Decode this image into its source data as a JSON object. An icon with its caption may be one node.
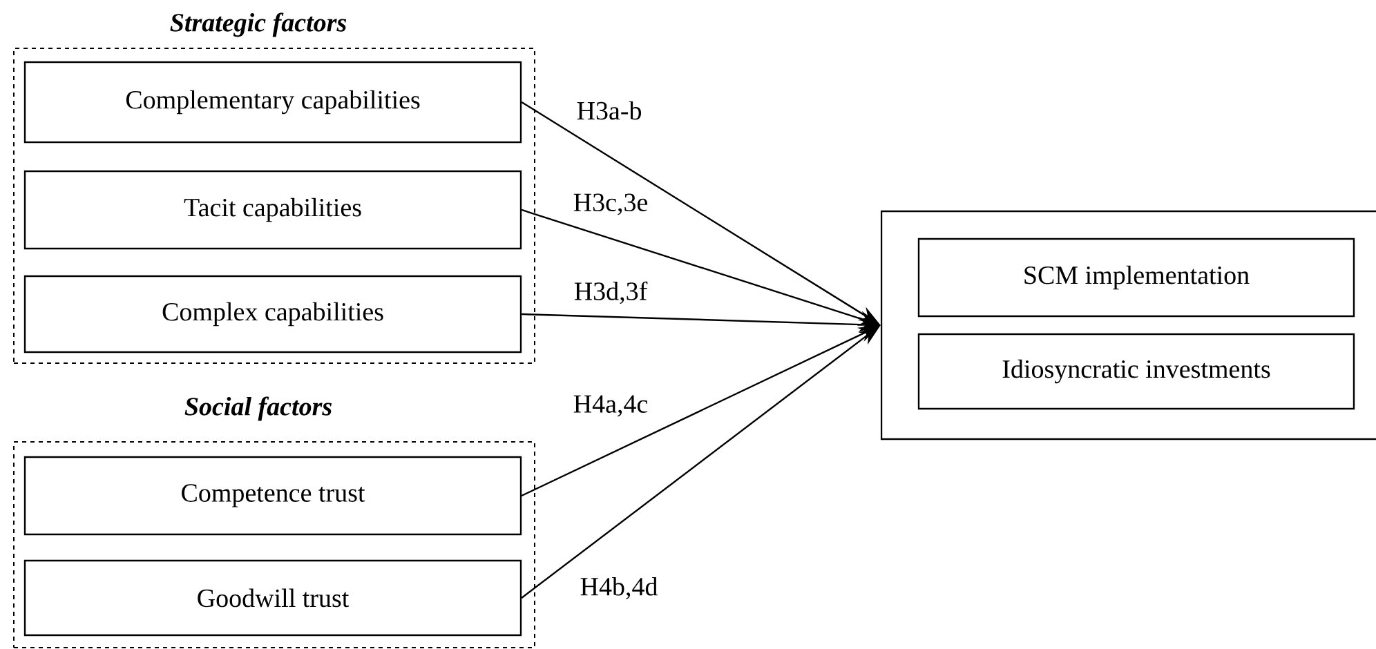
{
  "diagram": {
    "nodes": [
      {
        "text": [
          "Strategic factors"
        ]
      },
      {
        "text": [
          "Complementary capabilities"
        ],
        "in": 0
      },
      {
        "text": [
          "Tacit capabilities"
        ],
        "in": 0
      },
      {
        "text": [
          "Complex capabilities"
        ],
        "in": 0
      },
      {
        "text": [
          "Social factors"
        ]
      },
      {
        "text": [
          "Competence trust"
        ],
        "in": 4
      },
      {
        "text": [
          "Goodwill trust"
        ],
        "in": 4
      },
      {
        "text": [],
        "shape": "box"
      },
      {
        "text": [
          "SCM implementation"
        ],
        "in": 7
      },
      {
        "text": [
          "Idiosyncratic investments"
        ],
        "in": 7
      }
    ],
    "edges": [
      {
        "from": 1,
        "to": 7,
        "arrow": "to",
        "label": "H3a-b"
      },
      {
        "from": 2,
        "to": 7,
        "arrow": "to",
        "label": "H3c,3e"
      },
      {
        "from": 3,
        "to": 7,
        "arrow": "to",
        "label": "H3d,3f"
      },
      {
        "from": 5,
        "to": 7,
        "arrow": "to",
        "label": "H4a,4c"
      },
      {
        "from": 6,
        "to": 7,
        "arrow": "to",
        "label": "H4b,4d"
      }
    ]
  }
}
